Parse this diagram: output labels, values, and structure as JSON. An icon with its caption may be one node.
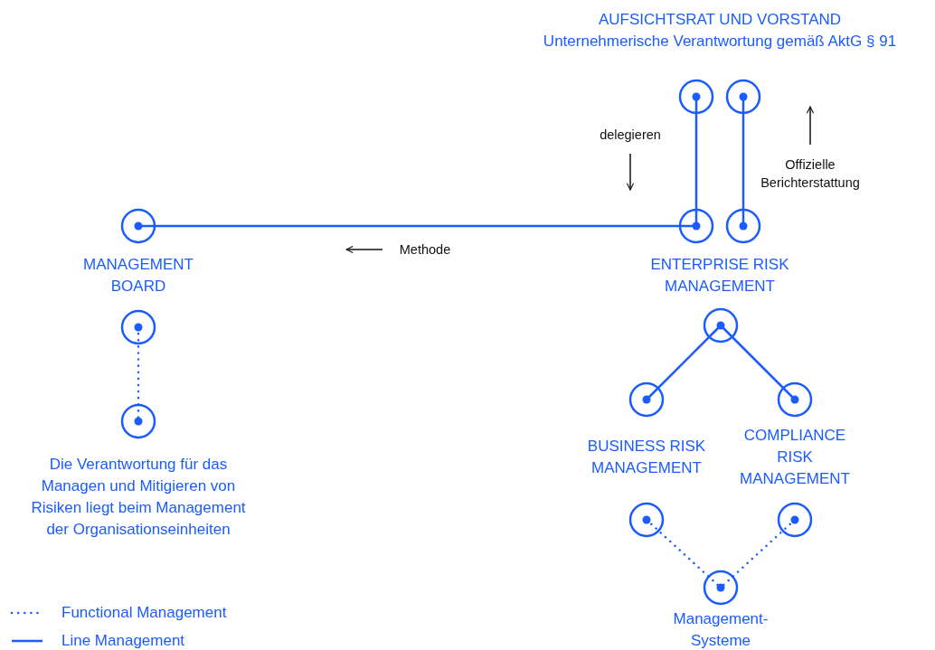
{
  "diagram": {
    "nodes": [
      {
        "text": [],
        "shape": "circle"
      },
      {
        "text": [],
        "shape": "circle"
      },
      {
        "text": [],
        "shape": "circle",
        "beside": [
          "MANAGEMENT BOARD"
        ]
      },
      {
        "text": [],
        "shape": "circle",
        "beside": [
          "ENTERPRISE RISK MANAGEMENT"
        ]
      },
      {
        "text": [],
        "shape": "circle"
      },
      {
        "text": [],
        "shape": "circle"
      },
      {
        "text": [],
        "shape": "circle",
        "beside": [
          "Die Verantwortung für das Managen und Mitigieren von Risiken liegt beim Management der Organisationseinheiten"
        ]
      },
      {
        "text": [],
        "shape": "circle"
      },
      {
        "text": [],
        "shape": "circle",
        "beside": [
          "BUSINESS RISK MANAGEMENT"
        ]
      },
      {
        "text": [],
        "shape": "circle",
        "beside": [
          "COMPLIANCE RISK MANAGEMENT"
        ]
      },
      {
        "text": [],
        "shape": "circle"
      },
      {
        "text": [],
        "shape": "circle"
      },
      {
        "text": [],
        "shape": "circle",
        "beside": [
          "Management-Systeme"
        ]
      }
    ],
    "edges": [
      {
        "from": 0,
        "to": 3,
        "arrow": "none"
      },
      {
        "from": 1,
        "to": 4,
        "arrow": "none"
      },
      {
        "from": 2,
        "to": 3,
        "arrow": "none"
      },
      {
        "from": 5,
        "to": 6,
        "arrow": "none",
        "style": "dashed"
      },
      {
        "from": 7,
        "to": 8,
        "arrow": "none"
      },
      {
        "from": 7,
        "to": 9,
        "arrow": "none"
      },
      {
        "from": 10,
        "to": 12,
        "arrow": "none",
        "style": "dashed"
      },
      {
        "from": 11,
        "to": 12,
        "arrow": "none",
        "style": "dashed"
      }
    ],
    "labels": [
      "AUFSICHTSRAT UND VORSTAND",
      "Unternehmerische Verantwortung gemäß AktG § 91",
      "delegieren",
      "Offizielle Berichterstattung",
      "Methode"
    ],
    "legend": [
      {
        "text": "Functional Management"
      },
      {
        "text": "Line Management"
      }
    ]
  }
}
